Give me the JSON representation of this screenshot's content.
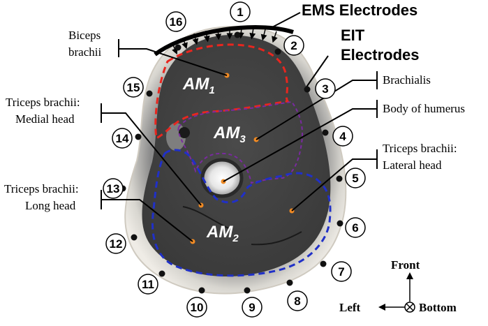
{
  "labels": {
    "ems": "EMS Electrodes",
    "eit_line1": "EIT",
    "eit_line2": "Electrodes",
    "biceps_1": "Biceps",
    "biceps_2": "brachii",
    "brachialis": "Brachialis",
    "humerus": "Body of humerus",
    "tri_medial_1": "Triceps brachii:",
    "tri_medial_2": "Medial head",
    "tri_lateral_1": "Triceps brachii:",
    "tri_lateral_2": "Lateral head",
    "tri_long_1": "Triceps brachii:",
    "tri_long_2": "Long head"
  },
  "regions": {
    "am1": {
      "base": "AM",
      "sub": "1",
      "color": "#e8261f"
    },
    "am2": {
      "base": "AM",
      "sub": "2",
      "color": "#2030c8"
    },
    "am3": {
      "base": "AM",
      "sub": "3",
      "color": "#7a2aa0"
    }
  },
  "electrode_numbers": [
    "1",
    "2",
    "3",
    "4",
    "5",
    "6",
    "7",
    "8",
    "9",
    "10",
    "11",
    "12",
    "13",
    "14",
    "15",
    "16"
  ],
  "axes": {
    "front": "Front",
    "left": "Left",
    "bottom": "Bottom"
  },
  "colors": {
    "marker": "#f08a24",
    "electrode": "#111111"
  }
}
